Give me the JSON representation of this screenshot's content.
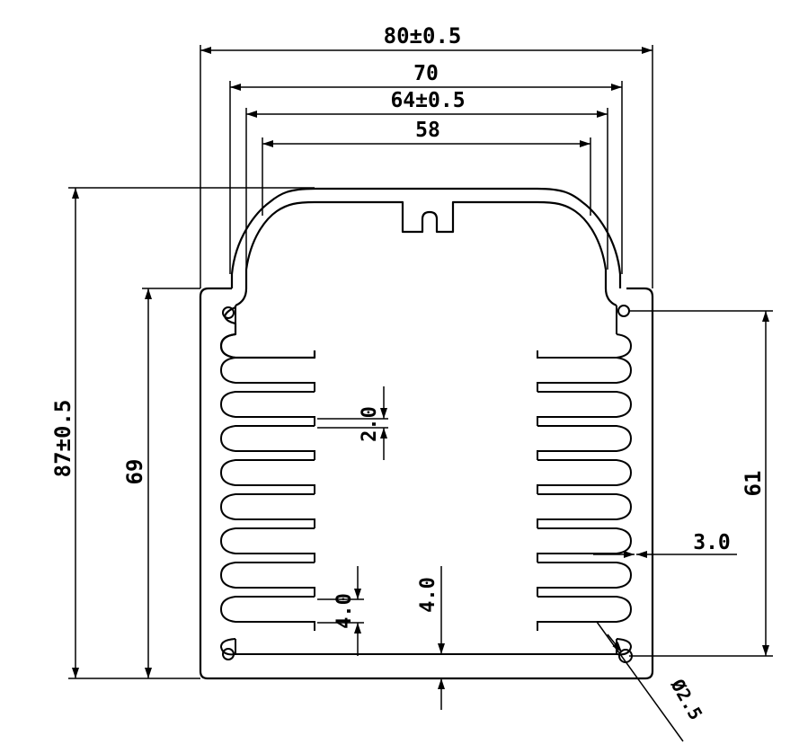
{
  "dimensions": {
    "overall_width": "80±0.5",
    "top_outer_width": "70",
    "top_mid_width": "64±0.5",
    "top_inner_width": "58",
    "overall_height": "87±0.5",
    "body_height": "69",
    "hole_spacing": "61",
    "fin_thickness": "2.0",
    "fin_gap": "4.0",
    "base_thickness": "4.0",
    "fin_length": "3.0",
    "hole_diameter": "Ø2.5"
  },
  "colors": {
    "line": "#000000",
    "background": "#ffffff"
  }
}
